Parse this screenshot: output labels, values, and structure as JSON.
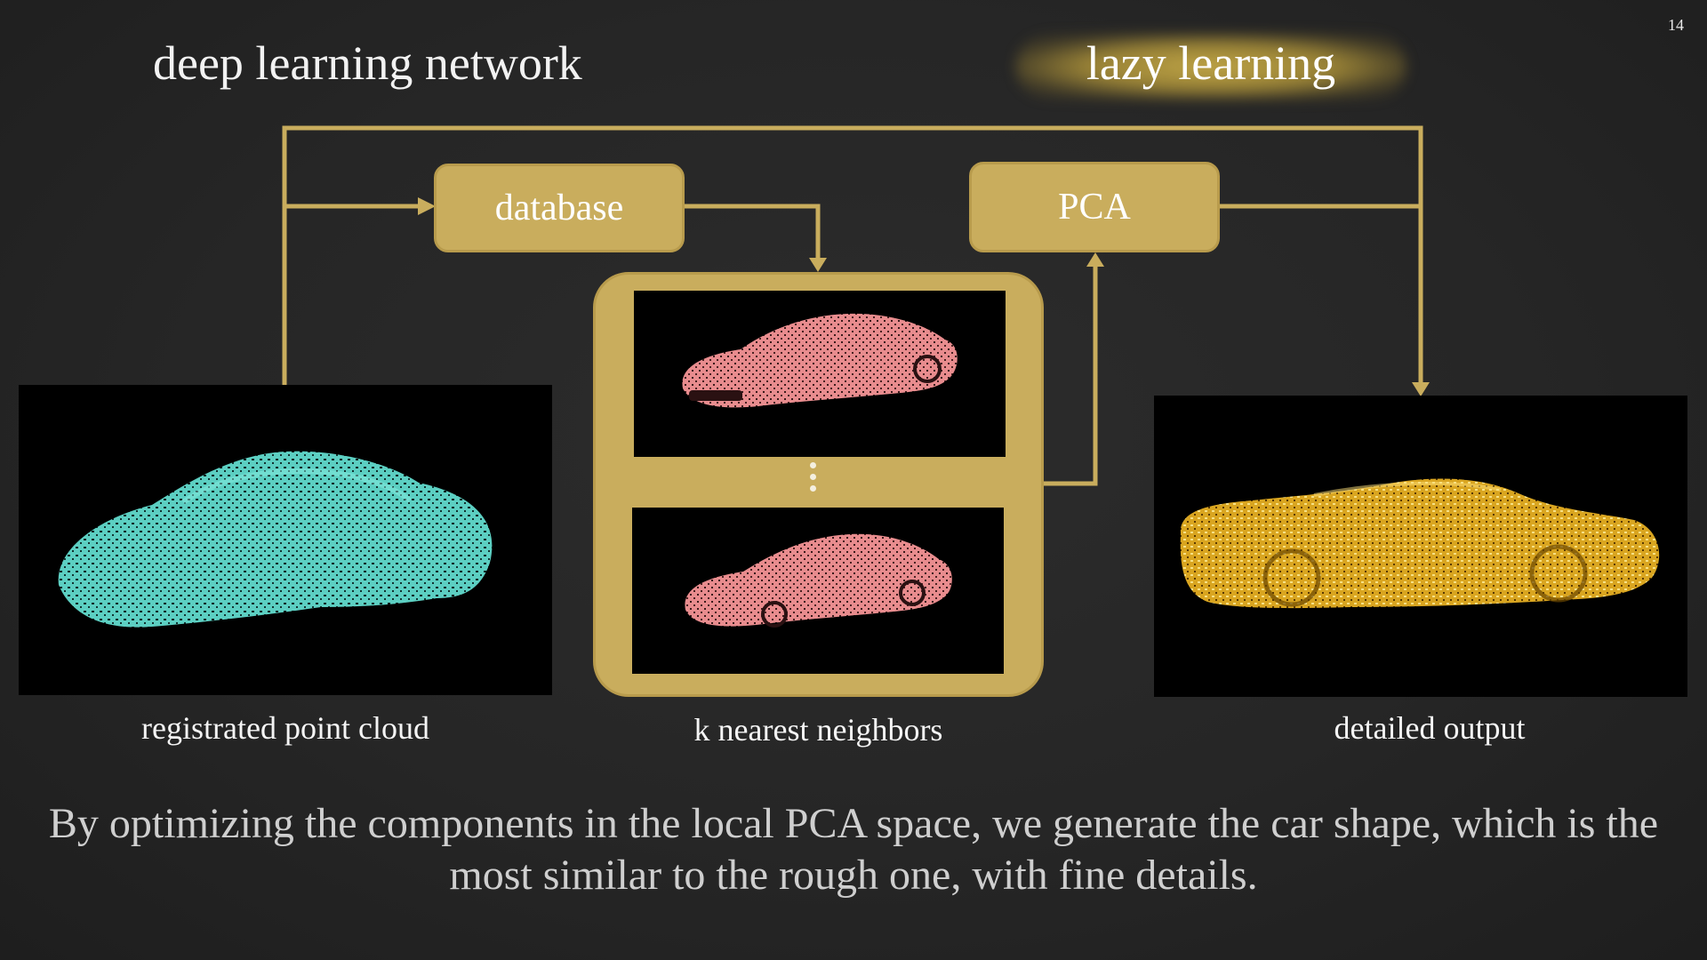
{
  "slide_number": "14",
  "headings": {
    "left": "deep learning network",
    "right": "lazy learning"
  },
  "nodes": {
    "database": "database",
    "pca": "PCA"
  },
  "captions": {
    "input": "registrated point cloud",
    "neighbors": "k nearest neighbors",
    "output": "detailed output"
  },
  "description": "By optimizing the components in the local PCA space, we generate the car shape, which is the most similar to the rough one, with fine details.",
  "colors": {
    "background": "#262626",
    "accent_gold": "#c9ad5d",
    "input_cloud": "#6fe3d4",
    "neighbor_cloud": "#e88c8e",
    "output_cloud": "#d9a520"
  },
  "icons": {
    "ellipsis": "vertical-ellipsis-icon"
  }
}
